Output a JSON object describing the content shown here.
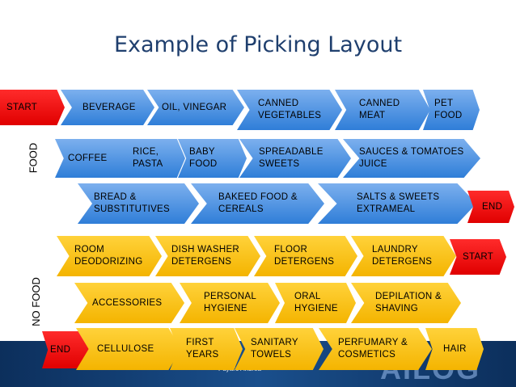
{
  "title": "Example of Picking Layout",
  "food_label": "FOOD",
  "nofood_label": "NO FOOD",
  "footer_text": "Payaro Andrea",
  "chevrons": {
    "start1": "START",
    "beverage": "BEVERAGE",
    "oil": "OIL, VINEGAR",
    "canned_veg": "CANNED\nVEGETABLES",
    "canned_meat": "CANNED\nMEAT",
    "pet": "PET\nFOOD",
    "coffee": "COFFEE",
    "rice": "RICE,\nPASTA",
    "baby": "BABY\nFOOD",
    "spread": "SPREADABLE\nSWEETS",
    "sauces": "SAUCES & TOMATOES\nJUICE",
    "bread": "BREAD &\nSUBSTITUTIVES",
    "baked": "BAKEED FOOD &\nCEREALS",
    "salts": "SALTS & SWEETS\nEXTRAMEAL",
    "end1": "END",
    "room": "ROOM\nDEODORIZING",
    "dish": "DISH WASHER\nDETERGENS",
    "floor": "FLOOR\nDETERGENS",
    "laundry": "LAUNDRY\nDETERGENS",
    "start2": "START",
    "access": "ACCESSORIES",
    "personal": "PERSONAL\nHYGIENE",
    "oral": "ORAL\nHYGIENE",
    "depil": "DEPILATION &\nSHAVING",
    "end2": "END",
    "cellulose": "CELLULOSE",
    "first": "FIRST\nYEARS",
    "sanitary": "SANITARY\nTOWELS",
    "perfume": "PERFUMARY &\nCOSMETICS",
    "hair": "HAIR"
  }
}
